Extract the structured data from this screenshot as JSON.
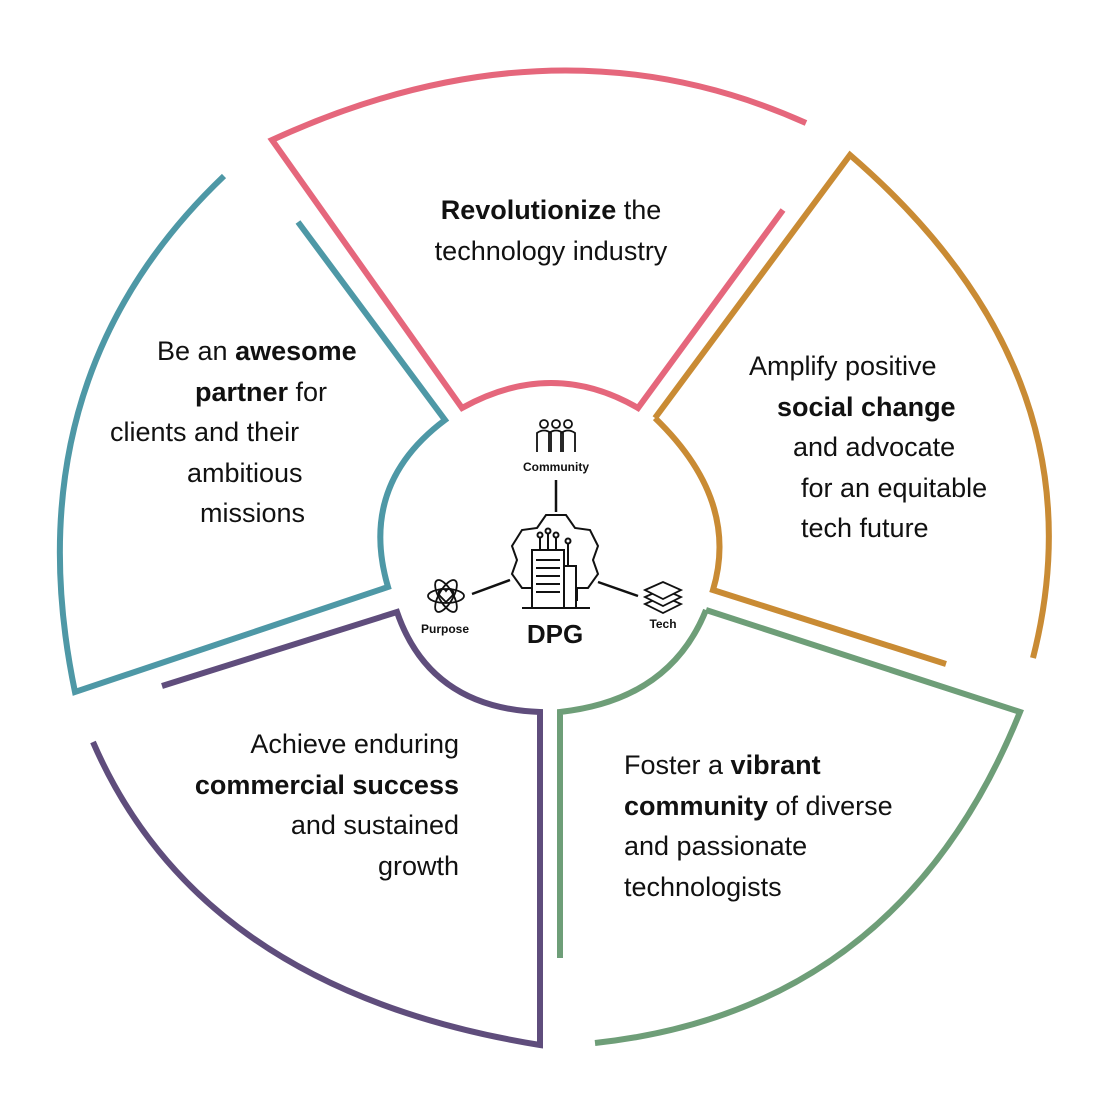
{
  "center": {
    "title": "DPG",
    "nodes": [
      {
        "label": "Community",
        "icon": "community-icon"
      },
      {
        "label": "Purpose",
        "icon": "atom-heart-icon"
      },
      {
        "label": "Tech",
        "icon": "layers-icon"
      }
    ],
    "hub_icon": "gear-building-icon"
  },
  "segments": [
    {
      "id": "top",
      "color": "#E5677C",
      "lines": [
        [
          "Revolutionize",
          " the"
        ],
        [
          "technology industry"
        ]
      ]
    },
    {
      "id": "right",
      "color": "#C98B34",
      "lines": [
        [
          "Amplify positive"
        ],
        [
          "social change"
        ],
        [
          "and advocate"
        ],
        [
          "for an equitable"
        ],
        [
          "tech future"
        ]
      ]
    },
    {
      "id": "bottom-right",
      "color": "#6E9E78",
      "lines": [
        [
          "Foster a ",
          "vibrant"
        ],
        [
          "community",
          " of diverse"
        ],
        [
          "and passionate"
        ],
        [
          "technologists"
        ]
      ]
    },
    {
      "id": "bottom-left",
      "color": "#5F4D7C",
      "lines": [
        [
          "Achieve enduring"
        ],
        [
          "commercial success"
        ],
        [
          "and sustained"
        ],
        [
          "growth"
        ]
      ]
    },
    {
      "id": "left",
      "color": "#4E98A6",
      "lines": [
        [
          "Be an ",
          "awesome"
        ],
        [
          "partner",
          " for"
        ],
        [
          "clients and their"
        ],
        [
          "ambitious"
        ],
        [
          "missions"
        ]
      ]
    }
  ],
  "bold_phrases": [
    "Revolutionize",
    "social change",
    "vibrant",
    "community",
    "commercial success",
    "awesome",
    "partner"
  ]
}
